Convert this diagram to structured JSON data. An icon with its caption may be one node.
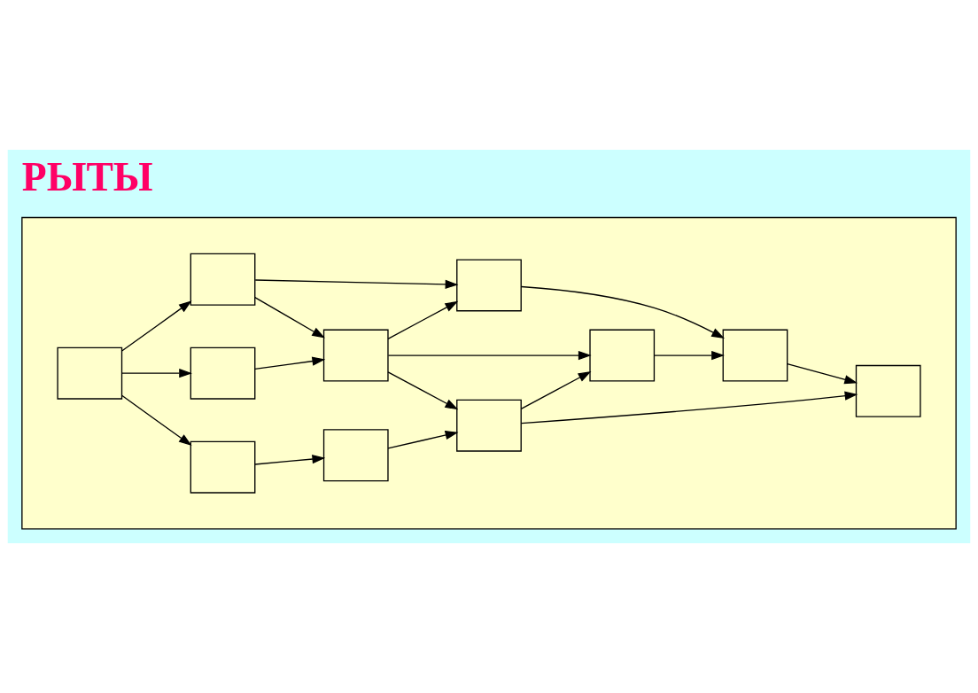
{
  "diagram": {
    "title": "РЫТЫ",
    "nodes": [
      {
        "text": [],
        "shape": "box"
      },
      {
        "text": [],
        "shape": "box",
        "in": 0
      },
      {
        "text": [],
        "shape": "box",
        "in": 0
      },
      {
        "text": [],
        "shape": "box",
        "in": 0
      },
      {
        "text": [],
        "shape": "box",
        "in": 0
      },
      {
        "text": [],
        "shape": "box",
        "in": 0
      },
      {
        "text": [],
        "shape": "box",
        "in": 0
      },
      {
        "text": [],
        "shape": "box",
        "in": 0
      },
      {
        "text": [],
        "shape": "box",
        "in": 0
      },
      {
        "text": [],
        "shape": "box",
        "in": 0
      },
      {
        "text": [],
        "shape": "box",
        "in": 0
      },
      {
        "text": [],
        "shape": "box",
        "in": 0
      }
    ],
    "edges": [
      {
        "from": 1,
        "to": 5,
        "arrow": "to"
      },
      {
        "from": 1,
        "to": 3,
        "arrow": "to"
      },
      {
        "from": 1,
        "to": 2,
        "arrow": "to"
      },
      {
        "from": 5,
        "to": 9,
        "arrow": "to"
      },
      {
        "from": 5,
        "to": 6,
        "arrow": "to"
      },
      {
        "from": 3,
        "to": 6,
        "arrow": "to"
      },
      {
        "from": 2,
        "to": 4,
        "arrow": "to"
      },
      {
        "from": 6,
        "to": 7,
        "arrow": "to"
      },
      {
        "from": 4,
        "to": 7,
        "arrow": "to"
      },
      {
        "from": 6,
        "to": 8,
        "arrow": "to"
      },
      {
        "from": 6,
        "to": 9,
        "arrow": "to"
      },
      {
        "from": 7,
        "to": 8,
        "arrow": "to"
      },
      {
        "from": 7,
        "to": 11,
        "arrow": "to"
      },
      {
        "from": 8,
        "to": 10,
        "arrow": "to"
      },
      {
        "from": 9,
        "to": 10,
        "arrow": "to"
      },
      {
        "from": 10,
        "to": 11,
        "arrow": "to"
      }
    ]
  }
}
